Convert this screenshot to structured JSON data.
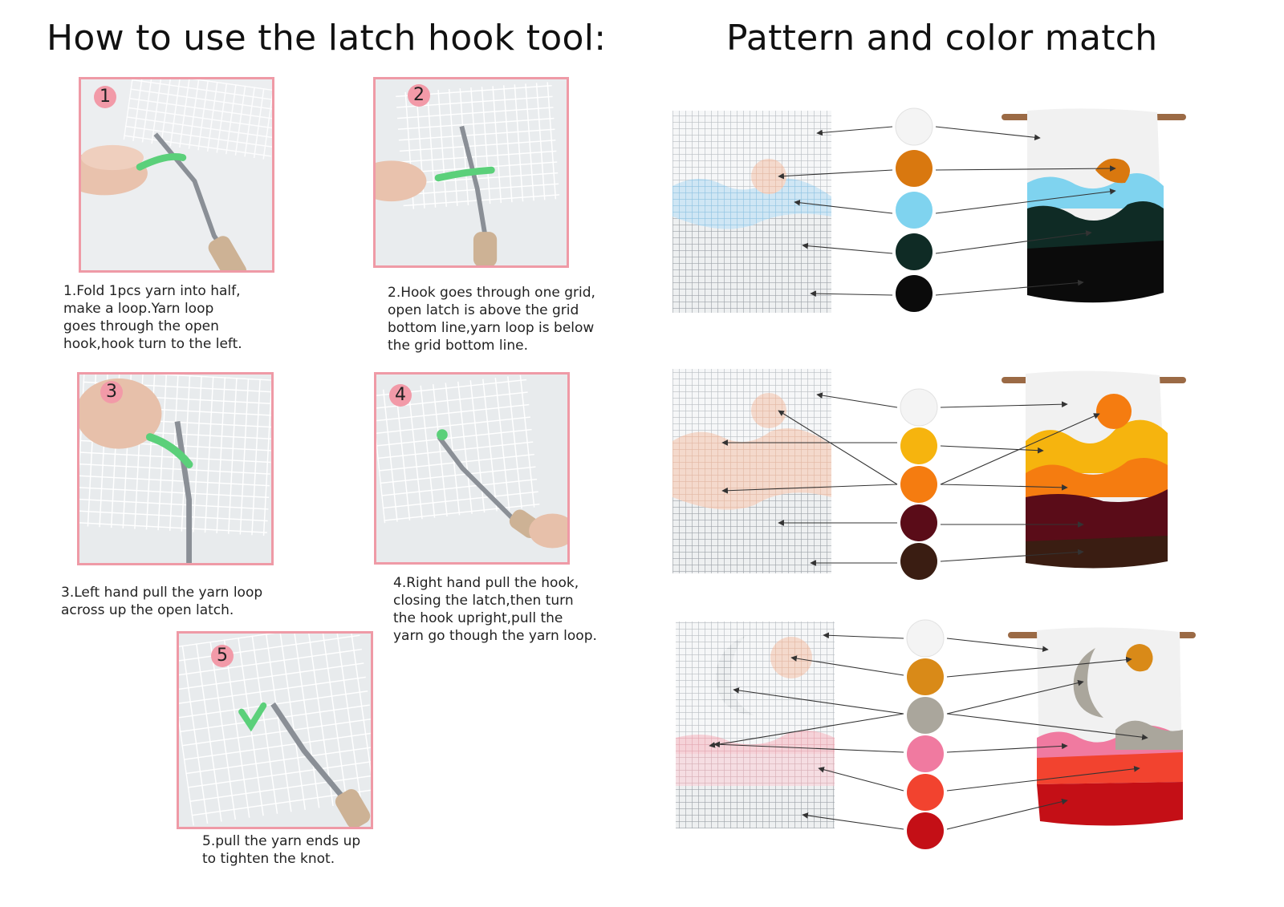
{
  "left_title": "How to use the latch hook  tool:",
  "right_title": "Pattern and color match",
  "steps": [
    {
      "number": "1",
      "caption": "1.Fold 1pcs yarn into half,\nmake a loop.Yarn loop\ngoes through the open\nhook,hook turn to the left."
    },
    {
      "number": "2",
      "caption": "2.Hook goes through one grid,\nopen latch is above the grid\nbottom line,yarn loop is below\nthe grid bottom line."
    },
    {
      "number": "3",
      "caption": "3.Left hand pull the yarn loop\nacross up the open latch."
    },
    {
      "number": "4",
      "caption": "4.Right hand pull the hook,\nclosing the latch,then turn\nthe hook upright,pull the\nyarn go though the yarn loop."
    },
    {
      "number": "5",
      "caption": "5.pull the yarn ends up\nto tighten the knot."
    }
  ],
  "colors": {
    "accent_border": "#ef9aa6",
    "yarn_green": "#5bd07a"
  },
  "patterns": [
    {
      "swatches": [
        "#f4f4f4",
        "#d9780f",
        "#7fd3ef",
        "#0f2b25",
        "#0b0b0b"
      ]
    },
    {
      "swatches": [
        "#f4f4f4",
        "#f6b40e",
        "#f57c10",
        "#5a0c18",
        "#3a1d12"
      ]
    },
    {
      "swatches": [
        "#f4f4f4",
        "#d98a18",
        "#aaa69c",
        "#f07aa0",
        "#f2432f",
        "#c40f16"
      ]
    }
  ]
}
